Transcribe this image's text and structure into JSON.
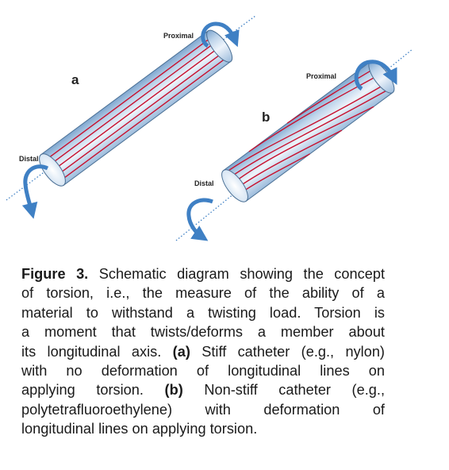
{
  "figure": {
    "panel_a": {
      "letter": "a",
      "proximal_label": "Proximal",
      "distal_label": "Distal"
    },
    "panel_b": {
      "letter": "b",
      "proximal_label": "Proximal",
      "distal_label": "Distal"
    },
    "colors": {
      "tube_light": "#eef4fb",
      "tube_mid": "#bcd3ea",
      "tube_dark": "#7fa6cf",
      "outline": "#4a6f94",
      "stripe": "#c8102e",
      "arrow": "#3f80c4",
      "axis": "#3f80c4"
    }
  },
  "caption": {
    "label": "Figure 3.",
    "line1_rest": " Schematic diagram showing the concept",
    "line2": "of torsion, i.e., the measure of the ability of a",
    "line3": "material to withstand a twisting load. Torsion is",
    "line4": "a moment that twists/deforms a member about",
    "line5_pre": "its longitudinal axis. ",
    "a_marker": "(a)",
    "line5_post": " Stiff catheter (e.g., nylon)",
    "line6": "with no deformation of longitudinal lines on",
    "line7_pre": "applying torsion. ",
    "b_marker": "(b)",
    "line7_post": " Non-stiff catheter (e.g.,",
    "line8": "polytetrafluoroethylene) with deformation of",
    "line9": "longitudinal lines on applying torsion."
  }
}
